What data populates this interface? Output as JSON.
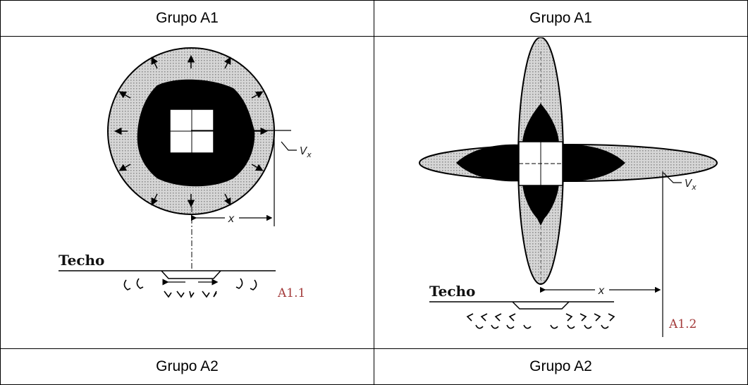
{
  "table": {
    "header_left": "Grupo A1",
    "header_right": "Grupo A1",
    "footer_left": "Grupo A2",
    "footer_right": "Grupo A2"
  },
  "figure_left": {
    "ceiling_label": "Techo",
    "code": "A1.1",
    "velocity_label": "V",
    "velocity_sub": "x",
    "distance_label": "x"
  },
  "figure_right": {
    "ceiling_label": "Techo",
    "code": "A1.2",
    "velocity_label": "V",
    "velocity_sub": "x",
    "distance_label": "x"
  },
  "colors": {
    "zone": "#cfcfcf",
    "core": "#000000",
    "line": "#000000"
  }
}
